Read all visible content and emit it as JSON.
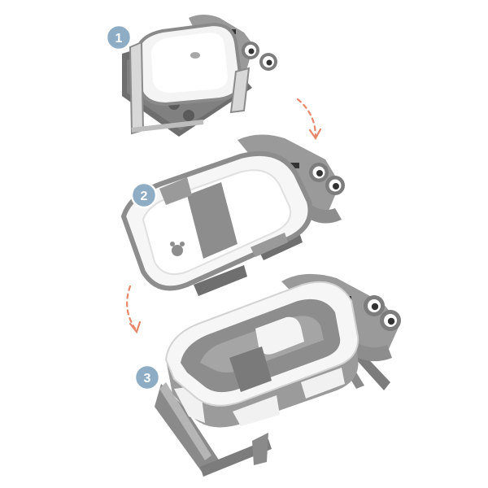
{
  "steps": [
    {
      "number": "1",
      "state": "folded"
    },
    {
      "number": "2",
      "state": "flat-unfolded"
    },
    {
      "number": "3",
      "state": "expanded-with-stand"
    }
  ],
  "colors": {
    "badge": "#8eadc4",
    "arrow": "#e8866a",
    "tub_gray": "#8d8d8d",
    "tub_light": "#f3f3f3",
    "tub_white": "#ffffff"
  }
}
